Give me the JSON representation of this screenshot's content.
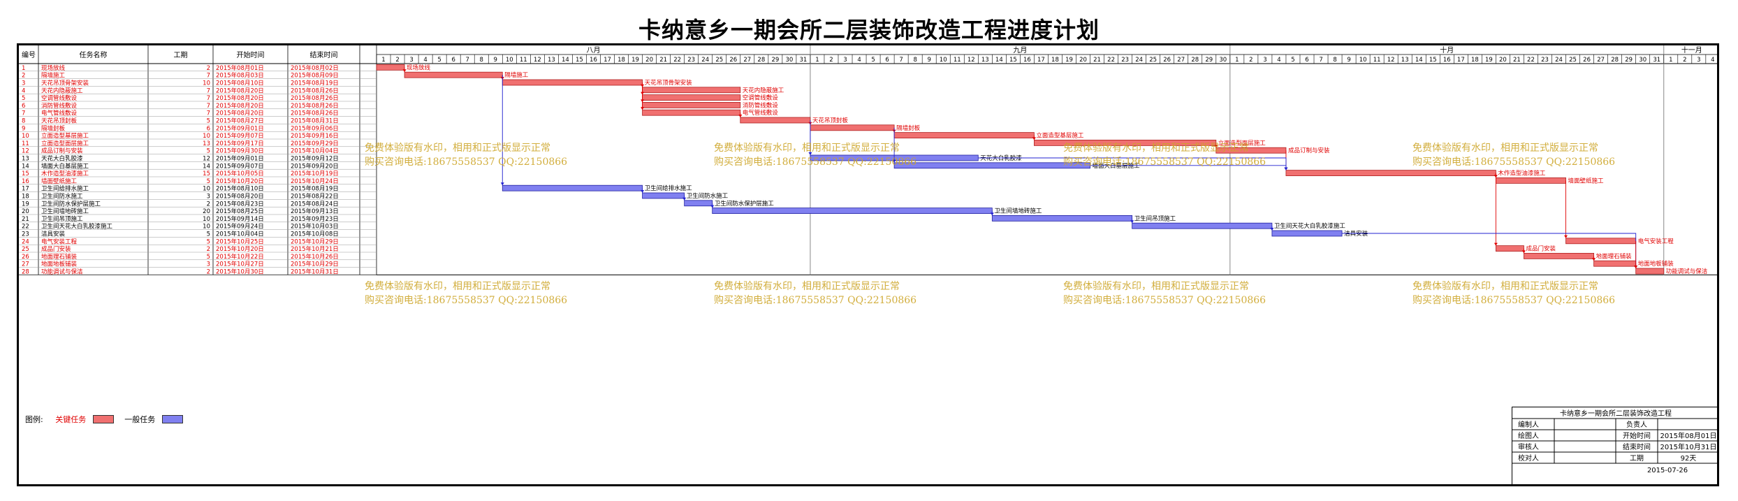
{
  "page": {
    "title": "卡纳意乡一期会所二层装饰改造工程进度计划"
  },
  "table_headers": {
    "id": "编号",
    "name": "任务名称",
    "duration": "工期",
    "start": "开始时间",
    "end": "结束时间"
  },
  "months": [
    "八月",
    "九月",
    "十月",
    "十一月"
  ],
  "watermark": {
    "line1": "免费体验版有水印，相用和正式版显示正常",
    "line2": "购买咨询电话:18675558537 QQ:22150866"
  },
  "legend": {
    "label": "图例:",
    "critical": "关键任务",
    "normal": "一般任务"
  },
  "colors": {
    "critical_fill": "#f07070",
    "critical_stroke": "#b02020",
    "normal_fill": "#8080f0",
    "normal_stroke": "#2020a0",
    "critical_text": "#e00000",
    "link_red": "#e00000",
    "link_blue": "#2020d0"
  },
  "title_block": {
    "project": "卡纳意乡一期会所二层装饰改造工程",
    "r1l": "编制人",
    "r1m": "负责人",
    "r1r": "",
    "r2l": "绘图人",
    "r2m": "开始时间",
    "r2r": "2015年08月01日",
    "r3l": "审核人",
    "r3m": "结束时间",
    "r3r": "2015年10月31日",
    "r4l": "校对人",
    "r4m": "工期",
    "r4r": "92天",
    "date": "2015-07-26"
  },
  "chart_data": {
    "type": "gantt",
    "title": "卡纳意乡一期会所二层装饰改造工程进度计划",
    "time_axis": {
      "start": "2015-08-01",
      "end": "2015-11-04"
    },
    "tasks": [
      {
        "id": "1",
        "name": "现场放线",
        "duration": 2,
        "start": "2015年08月01日",
        "end": "2015年08月02日",
        "critical": true
      },
      {
        "id": "2",
        "name": "隔墙施工",
        "duration": 7,
        "start": "2015年08月03日",
        "end": "2015年08月09日",
        "critical": true
      },
      {
        "id": "3",
        "name": "天花吊顶骨架安装",
        "duration": 10,
        "start": "2015年08月10日",
        "end": "2015年08月19日",
        "critical": true
      },
      {
        "id": "4",
        "name": "天花内隐蔽施工",
        "duration": 7,
        "start": "2015年08月20日",
        "end": "2015年08月26日",
        "critical": true
      },
      {
        "id": "5",
        "name": "空调管线敷设",
        "duration": 7,
        "start": "2015年08月20日",
        "end": "2015年08月26日",
        "critical": true
      },
      {
        "id": "6",
        "name": "消防管线敷设",
        "duration": 7,
        "start": "2015年08月20日",
        "end": "2015年08月26日",
        "critical": true
      },
      {
        "id": "7",
        "name": "电气管线敷设",
        "duration": 7,
        "start": "2015年08月20日",
        "end": "2015年08月26日",
        "critical": true
      },
      {
        "id": "8",
        "name": "天花吊顶封板",
        "duration": 5,
        "start": "2015年08月27日",
        "end": "2015年08月31日",
        "critical": true
      },
      {
        "id": "9",
        "name": "隔墙封板",
        "duration": 6,
        "start": "2015年09月01日",
        "end": "2015年09月06日",
        "critical": true
      },
      {
        "id": "10",
        "name": "立面造型基层施工",
        "duration": 10,
        "start": "2015年09月07日",
        "end": "2015年09月16日",
        "critical": true
      },
      {
        "id": "11",
        "name": "立面造型面层施工",
        "duration": 13,
        "start": "2015年09月17日",
        "end": "2015年09月29日",
        "critical": true
      },
      {
        "id": "12",
        "name": "成品订制与安装",
        "duration": 5,
        "start": "2015年09月30日",
        "end": "2015年10月04日",
        "critical": true
      },
      {
        "id": "13",
        "name": "天花大白乳胶漆",
        "duration": 12,
        "start": "2015年09月01日",
        "end": "2015年09月12日",
        "critical": false
      },
      {
        "id": "14",
        "name": "墙面大白基层施工",
        "duration": 14,
        "start": "2015年09月07日",
        "end": "2015年09月20日",
        "critical": false
      },
      {
        "id": "15",
        "name": "木作造型油漆施工",
        "duration": 15,
        "start": "2015年10月05日",
        "end": "2015年10月19日",
        "critical": true
      },
      {
        "id": "16",
        "name": "墙面壁纸施工",
        "duration": 5,
        "start": "2015年10月20日",
        "end": "2015年10月24日",
        "critical": true
      },
      {
        "id": "17",
        "name": "卫生间给排水施工",
        "duration": 10,
        "start": "2015年08月10日",
        "end": "2015年08月19日",
        "critical": false
      },
      {
        "id": "18",
        "name": "卫生间防水施工",
        "duration": 3,
        "start": "2015年08月20日",
        "end": "2015年08月22日",
        "critical": false
      },
      {
        "id": "19",
        "name": "卫生间防水保护层施工",
        "duration": 2,
        "start": "2015年08月23日",
        "end": "2015年08月24日",
        "critical": false
      },
      {
        "id": "20",
        "name": "卫生间墙地砖施工",
        "duration": 20,
        "start": "2015年08月25日",
        "end": "2015年09月13日",
        "critical": false
      },
      {
        "id": "21",
        "name": "卫生间吊顶施工",
        "duration": 10,
        "start": "2015年09月14日",
        "end": "2015年09月23日",
        "critical": false
      },
      {
        "id": "22",
        "name": "卫生间天花大白乳胶漆施工",
        "duration": 10,
        "start": "2015年09月24日",
        "end": "2015年10月03日",
        "critical": false
      },
      {
        "id": "23",
        "name": "洁具安装",
        "duration": 5,
        "start": "2015年10月04日",
        "end": "2015年10月08日",
        "critical": false
      },
      {
        "id": "24",
        "name": "电气安装工程",
        "duration": 5,
        "start": "2015年10月25日",
        "end": "2015年10月29日",
        "critical": true
      },
      {
        "id": "25",
        "name": "成品门安装",
        "duration": 2,
        "start": "2015年10月20日",
        "end": "2015年10月21日",
        "critical": true
      },
      {
        "id": "26",
        "name": "地面理石铺装",
        "duration": 5,
        "start": "2015年10月22日",
        "end": "2015年10月26日",
        "critical": true
      },
      {
        "id": "27",
        "name": "地面地板铺装",
        "duration": 3,
        "start": "2015年10月27日",
        "end": "2015年10月29日",
        "critical": true
      },
      {
        "id": "28",
        "name": "功能调试与保洁",
        "duration": 2,
        "start": "2015年10月30日",
        "end": "2015年10月31日",
        "critical": true
      }
    ],
    "links": [
      [
        "1",
        "2"
      ],
      [
        "2",
        "3"
      ],
      [
        "2",
        "17"
      ],
      [
        "3",
        "4"
      ],
      [
        "3",
        "5"
      ],
      [
        "3",
        "6"
      ],
      [
        "3",
        "7"
      ],
      [
        "7",
        "8"
      ],
      [
        "8",
        "9"
      ],
      [
        "8",
        "13"
      ],
      [
        "9",
        "10"
      ],
      [
        "9",
        "14"
      ],
      [
        "10",
        "11"
      ],
      [
        "11",
        "12"
      ],
      [
        "12",
        "15"
      ],
      [
        "14",
        "15"
      ],
      [
        "13",
        "15"
      ],
      [
        "15",
        "16"
      ],
      [
        "15",
        "25"
      ],
      [
        "16",
        "24"
      ],
      [
        "17",
        "18"
      ],
      [
        "18",
        "19"
      ],
      [
        "19",
        "20"
      ],
      [
        "20",
        "21"
      ],
      [
        "21",
        "22"
      ],
      [
        "22",
        "23"
      ],
      [
        "23",
        "28"
      ],
      [
        "25",
        "26"
      ],
      [
        "26",
        "27"
      ],
      [
        "24",
        "28"
      ],
      [
        "27",
        "28"
      ]
    ],
    "legend": [
      "关键任务",
      "一般任务"
    ]
  }
}
